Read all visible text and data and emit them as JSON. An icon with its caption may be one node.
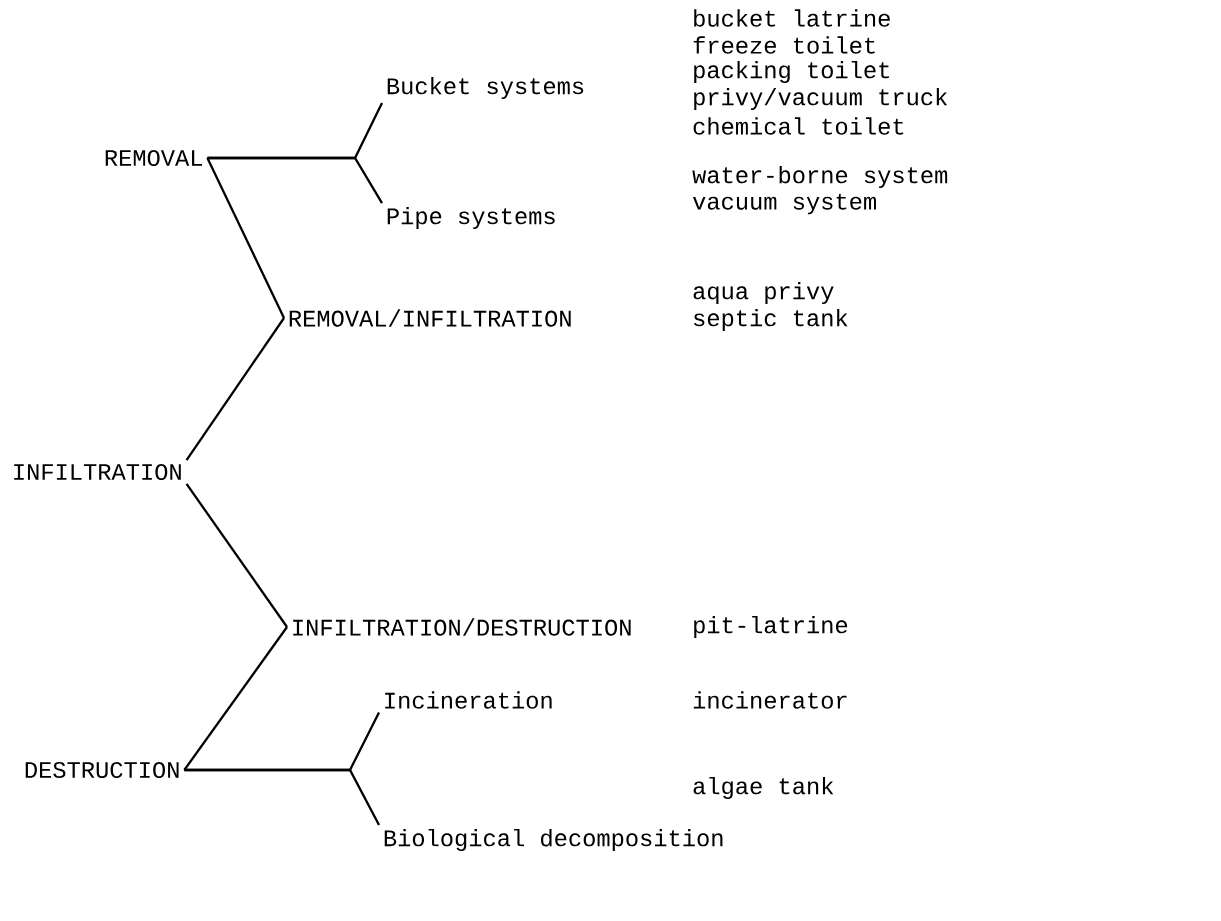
{
  "diagram": {
    "nodes": [
      {
        "text": [
          "REMOVAL"
        ]
      },
      {
        "text": [
          "INFILTRATION"
        ]
      },
      {
        "text": [
          "DESTRUCTION"
        ]
      },
      {
        "text": [
          "Bucket systems"
        ]
      },
      {
        "text": [
          "Pipe systems"
        ]
      },
      {
        "text": [
          "REMOVAL/INFILTRATION"
        ]
      },
      {
        "text": [
          "INFILTRATION/DESTRUCTION"
        ]
      },
      {
        "text": [
          "Incineration"
        ]
      },
      {
        "text": [
          "Biological decomposition"
        ]
      }
    ],
    "edges": [
      {
        "from": 0,
        "to": 3,
        "arrow": "none"
      },
      {
        "from": 0,
        "to": 4,
        "arrow": "none"
      },
      {
        "from": 0,
        "to": 5,
        "arrow": "none"
      },
      {
        "from": 1,
        "to": 5,
        "arrow": "none"
      },
      {
        "from": 1,
        "to": 6,
        "arrow": "none"
      },
      {
        "from": 2,
        "to": 6,
        "arrow": "none"
      },
      {
        "from": 2,
        "to": 7,
        "arrow": "none"
      },
      {
        "from": 2,
        "to": 8,
        "arrow": "none"
      }
    ],
    "labels": [
      "bucket latrine",
      "freeze toilet",
      "packing toilet",
      "privy/vacuum truck",
      "chemical toilet",
      "water-borne system",
      "vacuum system",
      "aqua privy",
      "septic tank",
      "pit-latrine",
      "incinerator",
      "algae tank"
    ]
  }
}
